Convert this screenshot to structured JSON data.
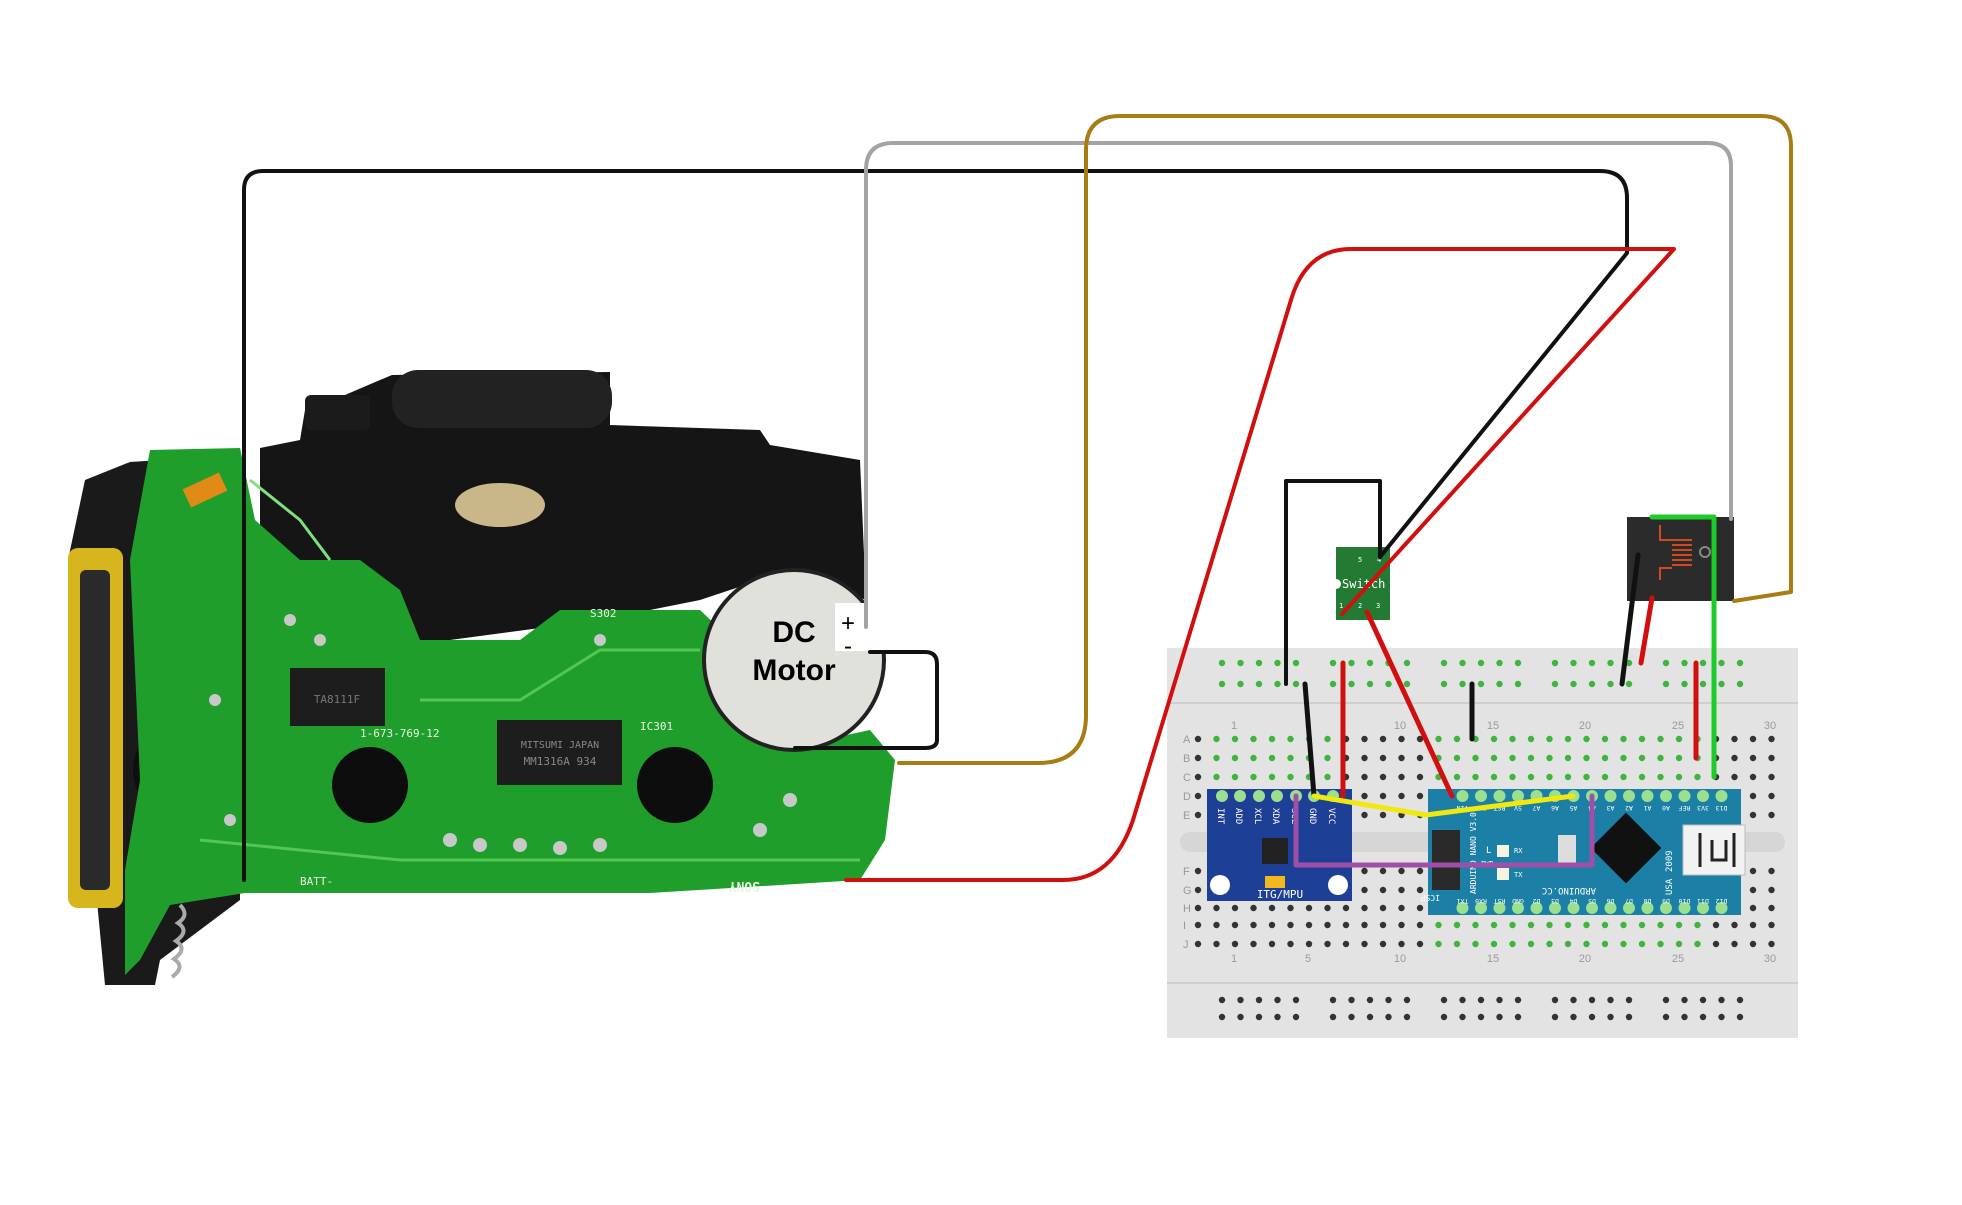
{
  "motor": {
    "line1": "DC",
    "line2": "Motor",
    "plus": "+",
    "minus": "-"
  },
  "pcb": {
    "brand": "SONY",
    "chip_maker": "MITSUMI JAPAN",
    "chip_part": "MM1316A 934",
    "chip2_part": "TA8111F",
    "board_code": "1-673-769-12",
    "ic_label": "IC301",
    "switch_label": "S302",
    "batt_label": "BATT-"
  },
  "breadboard": {
    "columns": [
      "1",
      "5",
      "10",
      "15",
      "20",
      "25",
      "30"
    ],
    "rows_top": [
      "A",
      "B",
      "C",
      "D",
      "E"
    ],
    "rows_bottom": [
      "F",
      "G",
      "H",
      "I",
      "J"
    ]
  },
  "mpu": {
    "pins": [
      "INT",
      "ADD",
      "XCL",
      "XDA",
      "SCL",
      "GND",
      "VCC"
    ],
    "name": "ITG/MPU"
  },
  "nano": {
    "top_pins": [
      "VIN",
      "GND",
      "RST",
      "5V",
      "A7",
      "A6",
      "A5",
      "A4",
      "A3",
      "A2",
      "A1",
      "A0",
      "REF",
      "3V3",
      "D13"
    ],
    "bottom_pins": [
      "TX1",
      "RX0",
      "RST",
      "GND",
      "D2",
      "D3",
      "D4",
      "D5",
      "D6",
      "D7",
      "D8",
      "D9",
      "D10",
      "D11",
      "D12"
    ],
    "name": "ARDUINO NANO V3.0",
    "site": "ARDUINO.CC",
    "year": "2009",
    "country": "USA",
    "icsp": "ICSP",
    "leds": [
      "L",
      "PWR",
      "RX",
      "TX"
    ]
  },
  "switch_module": {
    "label": "Switch",
    "pins": [
      "1",
      "2",
      "3",
      "4",
      "5"
    ]
  },
  "colors": {
    "wire_black": "#111111",
    "wire_red": "#d10f0f",
    "wire_gray": "#a3a3a3",
    "wire_gold": "#a87c14",
    "wire_yellow": "#f0e80f",
    "wire_purple": "#a04fa8",
    "wire_green": "#1ecb2a",
    "pcb_green": "#1f9e2c",
    "breadboard": "#e3e3e3"
  }
}
